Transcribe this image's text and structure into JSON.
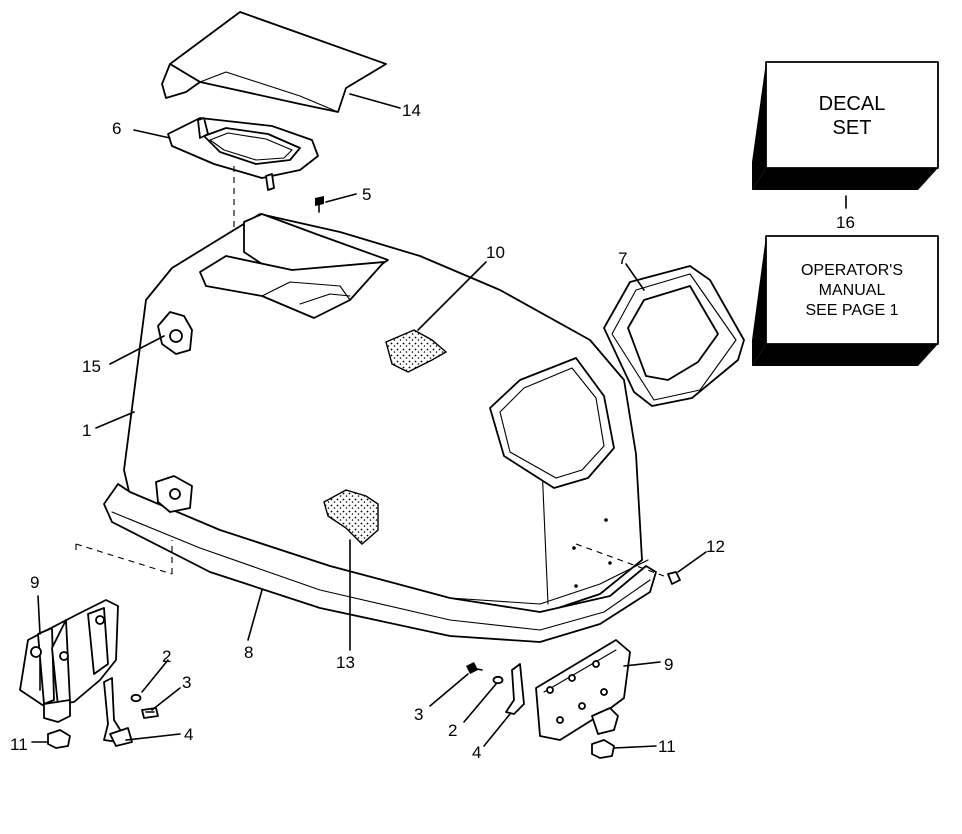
{
  "diagram": {
    "parts": [
      {
        "number": "1",
        "part": "motor-cover"
      },
      {
        "number": "2",
        "part": "washer-left"
      },
      {
        "number": "3",
        "part": "screw-left"
      },
      {
        "number": "4",
        "part": "bracket-left"
      },
      {
        "number": "5",
        "part": "screw-top"
      },
      {
        "number": "6",
        "part": "vent-plate"
      },
      {
        "number": "7",
        "part": "window-frame"
      },
      {
        "number": "8",
        "part": "cover-seal"
      },
      {
        "number": "9",
        "part": "latch-plate-left"
      },
      {
        "number": "10",
        "part": "pad-top"
      },
      {
        "number": "11",
        "part": "bumper-left"
      },
      {
        "number": "12",
        "part": "pin-right"
      },
      {
        "number": "13",
        "part": "pad-front"
      },
      {
        "number": "14",
        "part": "air-intake-cover"
      },
      {
        "number": "15",
        "part": "grommet"
      },
      {
        "number": "16",
        "part": "decal-set"
      }
    ],
    "callouts": {
      "c1": "1",
      "c2a": "2",
      "c2b": "2",
      "c3a": "3",
      "c3b": "3",
      "c4a": "4",
      "c4b": "4",
      "c5": "5",
      "c6": "6",
      "c7": "7",
      "c8": "8",
      "c9a": "9",
      "c9b": "9",
      "c10": "10",
      "c11a": "11",
      "c11b": "11",
      "c12": "12",
      "c13": "13",
      "c14": "14",
      "c15": "15",
      "c16": "16"
    },
    "decal_box": {
      "line1": "DECAL",
      "line2": "SET"
    },
    "manual_box": {
      "line1": "OPERATOR'S",
      "line2": "MANUAL",
      "line3": "SEE PAGE 1"
    }
  }
}
